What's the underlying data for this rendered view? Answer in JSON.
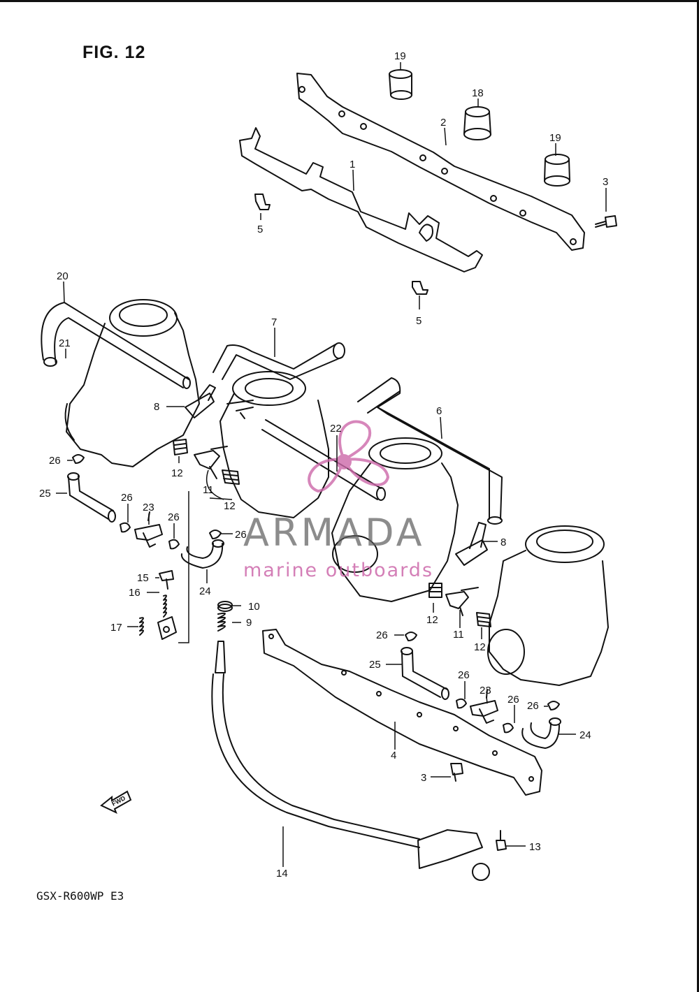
{
  "figure": {
    "title": "FIG. 12",
    "model": "GSX-R600WP  E3",
    "fwd_marker": "FWD"
  },
  "watermark": {
    "brand": "ARMADA",
    "tagline": "marine outboards",
    "color_text": "#5f5f5f",
    "color_accent": "#cd69aa"
  },
  "callouts": [
    {
      "id": "c19a",
      "text": "19"
    },
    {
      "id": "c18",
      "text": "18"
    },
    {
      "id": "c2",
      "text": "2"
    },
    {
      "id": "c19b",
      "text": "19"
    },
    {
      "id": "c1",
      "text": "1"
    },
    {
      "id": "c3a",
      "text": "3"
    },
    {
      "id": "c5a",
      "text": "5"
    },
    {
      "id": "c5b",
      "text": "5"
    },
    {
      "id": "c20",
      "text": "20"
    },
    {
      "id": "c21",
      "text": "21"
    },
    {
      "id": "c7",
      "text": "7"
    },
    {
      "id": "c6",
      "text": "6"
    },
    {
      "id": "c8a",
      "text": "8"
    },
    {
      "id": "c22",
      "text": "22"
    },
    {
      "id": "c26a",
      "text": "26"
    },
    {
      "id": "c12a",
      "text": "12"
    },
    {
      "id": "c11a",
      "text": "11"
    },
    {
      "id": "c12b",
      "text": "12"
    },
    {
      "id": "c25a",
      "text": "25"
    },
    {
      "id": "c26b",
      "text": "26"
    },
    {
      "id": "c23a",
      "text": "23"
    },
    {
      "id": "c26c",
      "text": "26"
    },
    {
      "id": "c26d",
      "text": "26"
    },
    {
      "id": "c8b",
      "text": "8"
    },
    {
      "id": "c15",
      "text": "15"
    },
    {
      "id": "c16",
      "text": "16"
    },
    {
      "id": "c24a",
      "text": "24"
    },
    {
      "id": "c10",
      "text": "10"
    },
    {
      "id": "c9",
      "text": "9"
    },
    {
      "id": "c17",
      "text": "17"
    },
    {
      "id": "c12c",
      "text": "12"
    },
    {
      "id": "c11b",
      "text": "11"
    },
    {
      "id": "c12d",
      "text": "12"
    },
    {
      "id": "c26e",
      "text": "26"
    },
    {
      "id": "c25b",
      "text": "25"
    },
    {
      "id": "c26f",
      "text": "26"
    },
    {
      "id": "c23b",
      "text": "23"
    },
    {
      "id": "c26g",
      "text": "26"
    },
    {
      "id": "c26h",
      "text": "26"
    },
    {
      "id": "c24b",
      "text": "24"
    },
    {
      "id": "c4",
      "text": "4"
    },
    {
      "id": "c3b",
      "text": "3"
    },
    {
      "id": "c13",
      "text": "13"
    },
    {
      "id": "c14",
      "text": "14"
    }
  ]
}
